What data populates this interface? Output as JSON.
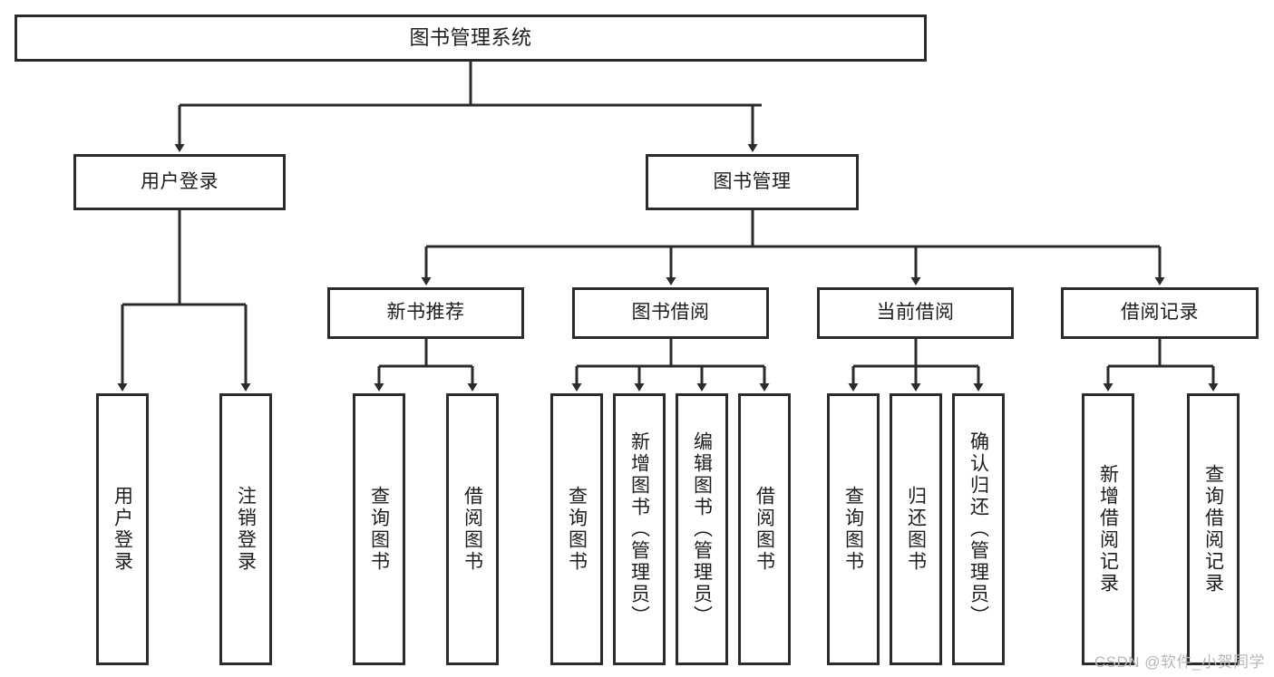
{
  "diagram": {
    "title": "图书管理系统",
    "type": "tree-hierarchy-chart",
    "watermark": "CSDN @软件_小贺同学",
    "colors": {
      "box_border": "#2b2b2b",
      "box_fill": "#ffffff",
      "connector": "#2b2b2b",
      "text": "#1d1d1d",
      "watermark": "#b8b8b8"
    },
    "root": {
      "label": "图书管理系统"
    },
    "level2": [
      {
        "label": "用户登录"
      },
      {
        "label": "图书管理"
      }
    ],
    "level3": [
      {
        "label": "新书推荐"
      },
      {
        "label": "图书借阅"
      },
      {
        "label": "当前借阅"
      },
      {
        "label": "借阅记录"
      }
    ],
    "leaves": {
      "user_login": [
        {
          "label": "用户登录"
        },
        {
          "label": "注销登录"
        }
      ],
      "new_book_recommend": [
        {
          "label": "查询图书"
        },
        {
          "label": "借阅图书"
        }
      ],
      "book_borrow": [
        {
          "label": "查询图书"
        },
        {
          "label": "新增图书（管理员）"
        },
        {
          "label": "编辑图书（管理员）"
        },
        {
          "label": "借阅图书"
        }
      ],
      "current_borrow": [
        {
          "label": "查询图书"
        },
        {
          "label": "归还图书"
        },
        {
          "label": "确认归还（管理员）"
        }
      ],
      "borrow_record": [
        {
          "label": "新增借阅记录"
        },
        {
          "label": "查询借阅记录"
        }
      ]
    }
  }
}
